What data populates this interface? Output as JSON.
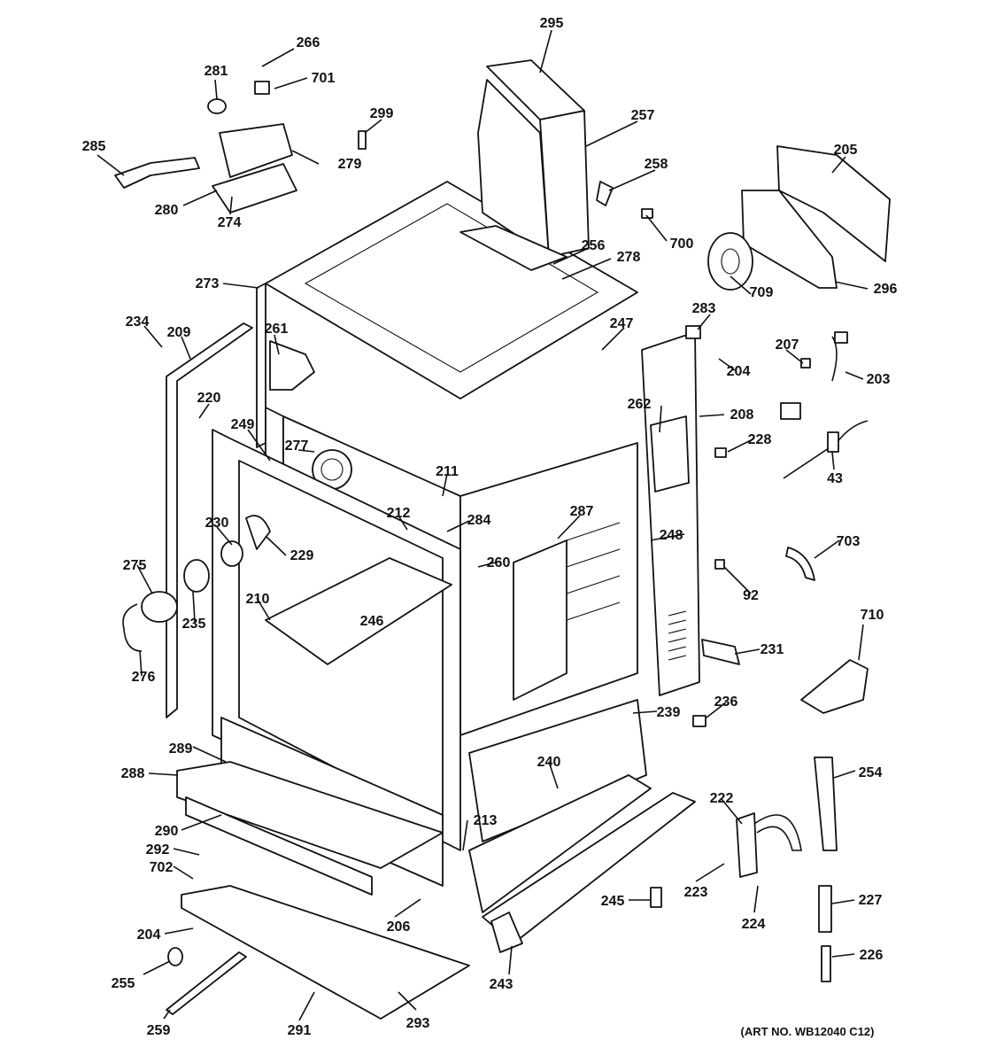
{
  "labels": [
    "295",
    "266",
    "701",
    "281",
    "299",
    "257",
    "285",
    "279",
    "258",
    "205",
    "280",
    "274",
    "700",
    "256",
    "278",
    "273",
    "709",
    "296",
    "234",
    "209",
    "261",
    "283",
    "247",
    "207",
    "204",
    "203",
    "220",
    "262",
    "249",
    "277",
    "208",
    "228",
    "211",
    "43",
    "212",
    "284",
    "287",
    "230",
    "248",
    "229",
    "703",
    "275",
    "260",
    "92",
    "210",
    "246",
    "710",
    "235",
    "231",
    "276",
    "236",
    "239",
    "289",
    "288",
    "240",
    "254",
    "213",
    "222",
    "290",
    "292",
    "702",
    "245",
    "227",
    "206",
    "223",
    "224",
    "204",
    "255",
    "243",
    "226",
    "259",
    "291",
    "293"
  ],
  "art_number": "(ART NO. WB12040 C12)"
}
